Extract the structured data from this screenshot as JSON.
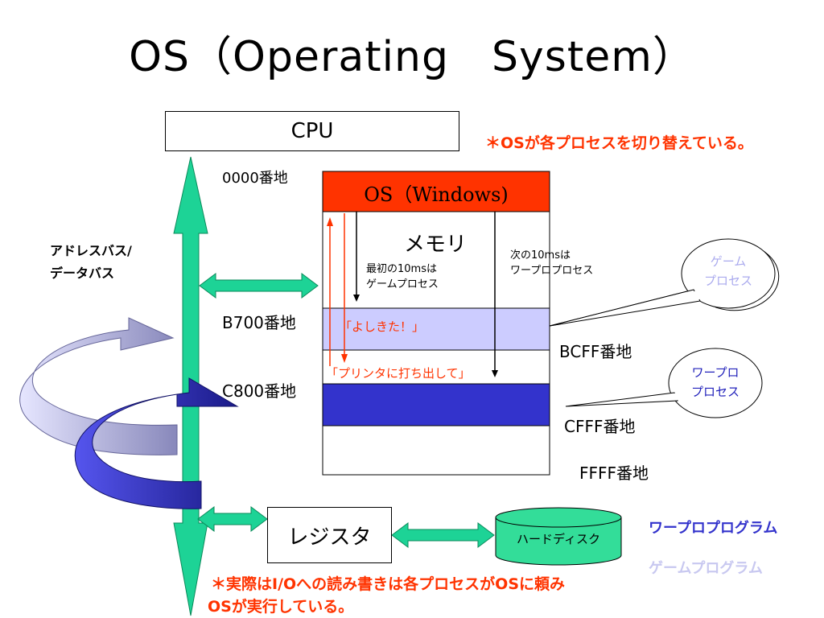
{
  "title": "OS（Operating　System）",
  "cpu_label": "CPU",
  "note_top": "＊OSが各プロセスを切り替えている。",
  "bus_label_line1": "アドレスバス/",
  "bus_label_line2": "データバス",
  "memory": {
    "os_block": "OS（Windows)",
    "label": "メモリ",
    "first_note_line1": "最初の10msは",
    "first_note_line2": "ゲームプロセス",
    "next_note_line1": "次の10msは",
    "next_note_line2": "ワープロプロセス",
    "game_block_text": "「よしきた！」",
    "print_text": "「プリンタに打ち出して」"
  },
  "addresses": {
    "a0000": "0000番地",
    "b700": "B700番地",
    "bcff": "BCFF番地",
    "c800": "C800番地",
    "cfff": "CFFF番地",
    "ffff": "FFFF番地"
  },
  "callouts": {
    "game_line1": "ゲーム",
    "game_line2": "プロセス",
    "wp_line1": "ワープロ",
    "wp_line2": "プロセス"
  },
  "register_label": "レジスタ",
  "harddisk_label": "ハードディスク",
  "programs": {
    "wp": "ワープロプログラム",
    "game": "ゲームプログラム"
  },
  "note_bottom_line1": "＊実際はI/Oへの読み書きは各プロセスがOSに頼み",
  "note_bottom_line2": "OSが実行している。",
  "colors": {
    "bus_green": "#1dd396",
    "os_red": "#ff3300",
    "game_lavender": "#ccccff",
    "wp_blue": "#3333cc",
    "callout_game_text": "#aaaaee",
    "callout_wp_text": "#2222bb",
    "harddisk_fill": "#33dd99"
  }
}
